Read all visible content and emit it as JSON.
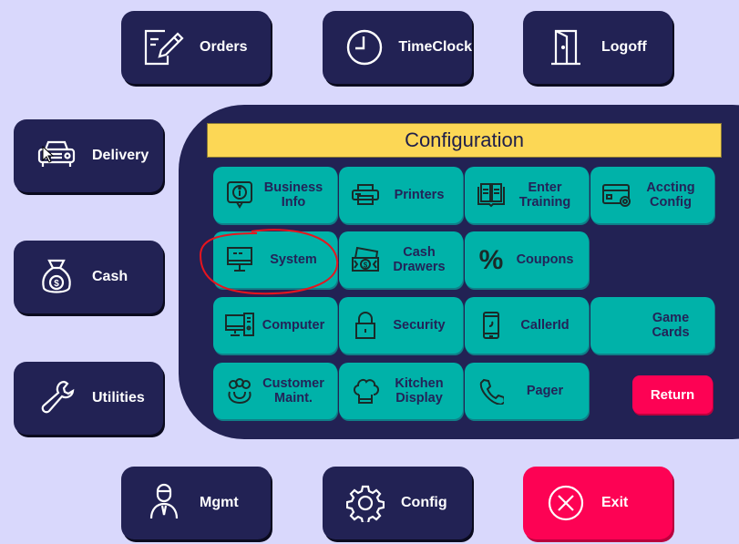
{
  "top_nav": [
    {
      "label": "Orders",
      "icon": "orders-edit-icon"
    },
    {
      "label": "TimeClock",
      "icon": "clock-icon"
    },
    {
      "label": "Logoff",
      "icon": "door-icon"
    }
  ],
  "side_nav": [
    {
      "label": "Delivery",
      "icon": "car-icon"
    },
    {
      "label": "Cash",
      "icon": "money-bag-icon"
    },
    {
      "label": "Utilities",
      "icon": "wrench-icon"
    }
  ],
  "bottom_nav": [
    {
      "label": "Mgmt",
      "icon": "manager-icon"
    },
    {
      "label": "Config",
      "icon": "gear-icon"
    },
    {
      "label": "Exit",
      "icon": "close-circle-icon"
    }
  ],
  "panel": {
    "title": "Configuration",
    "tiles": [
      {
        "label": "Business\nInfo",
        "icon": "info-bubble-icon"
      },
      {
        "label": "Printers",
        "icon": "printer-icon"
      },
      {
        "label": "Enter\nTraining",
        "icon": "book-icon"
      },
      {
        "label": "Accting\nConfig",
        "icon": "card-icon"
      },
      {
        "label": "System",
        "icon": "monitor-icon"
      },
      {
        "label": "Cash\nDrawers",
        "icon": "cash-icon"
      },
      {
        "label": "Coupons",
        "icon": "percent-icon"
      },
      {
        "label": "Computer",
        "icon": "computer-icon"
      },
      {
        "label": "Security",
        "icon": "lock-icon"
      },
      {
        "label": "CallerId",
        "icon": "phone-mobile-icon"
      },
      {
        "label": "Game\nCards",
        "icon": ""
      },
      {
        "label": "Customer\nMaint.",
        "icon": "customers-icon"
      },
      {
        "label": "Kitchen\nDisplay",
        "icon": "chef-hat-icon"
      },
      {
        "label": "Pager",
        "icon": "phone-icon"
      }
    ],
    "return_label": "Return"
  },
  "colors": {
    "background": "#d9d8fc",
    "navy": "#222254",
    "teal": "#00b2a9",
    "yellow": "#fcd755",
    "red": "#fd0254"
  }
}
